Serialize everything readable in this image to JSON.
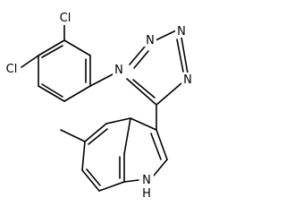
{
  "molecule": {
    "atoms": {
      "cl_top": "Cl",
      "cl_left": "Cl",
      "n_tetrazole_1": "N",
      "n_tetrazole_2": "N",
      "n_tetrazole_3": "N",
      "n_tetrazole_4": "N",
      "nh_indole": "N",
      "h_indole": "H"
    }
  }
}
